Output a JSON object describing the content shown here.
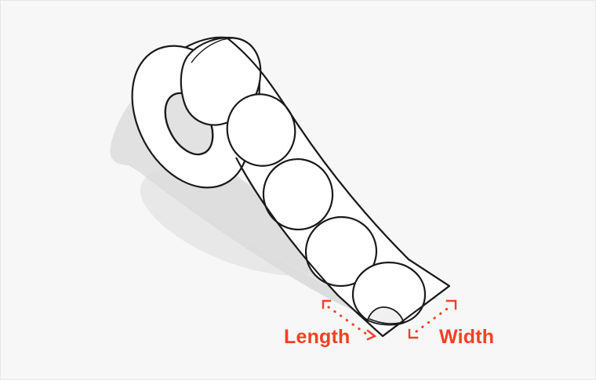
{
  "scene": {
    "title": "Label roll dimensions diagram",
    "background_color": "#f7f7f7",
    "border_color": "#e3e6ea",
    "line_color": "#1a1a1a",
    "paper_fill": "#ffffff",
    "shadow_color": "#d8d8d8",
    "hub_fill": "#e0e0e0",
    "accent_color": "#f04124"
  },
  "object": {
    "name": "roll-of-circular-labels",
    "label_count_visible": 6,
    "label_shape": "circle",
    "roll_core": "hollow-hub"
  },
  "annotations": {
    "length": {
      "text": "Length",
      "color": "#f04124",
      "leader": "dotted-arrow-down-right",
      "bracket_start": "corner-up-left",
      "bracket_end": "corner-down-right"
    },
    "width": {
      "text": "Width",
      "color": "#f04124",
      "leader": "dotted-arrow-up-right",
      "bracket_start": "corner-down-left",
      "bracket_end": "corner-up-right"
    }
  }
}
